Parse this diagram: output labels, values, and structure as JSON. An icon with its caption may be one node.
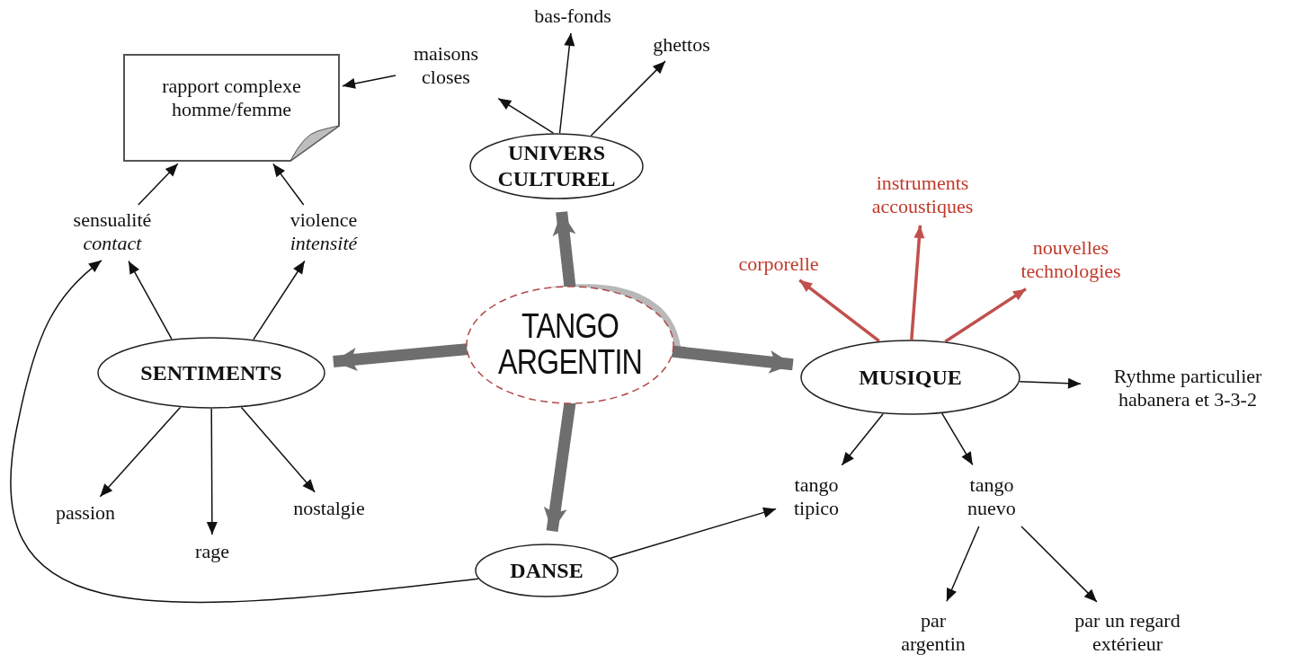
{
  "diagram": {
    "nodes": [
      {
        "text": [
          "TANGO ARGENTIN"
        ]
      },
      {
        "text": [
          "UNIVERS CULTUREL"
        ]
      },
      {
        "text": [
          "maisons closes"
        ]
      },
      {
        "text": [
          "bas-fonds"
        ]
      },
      {
        "text": [
          "ghettos"
        ]
      },
      {
        "text": [
          "rapport complexe homme/femme"
        ]
      },
      {
        "text": [
          "SENTIMENTS"
        ]
      },
      {
        "text": [
          "sensualité",
          "contact"
        ]
      },
      {
        "text": [
          "violence",
          "intensité"
        ]
      },
      {
        "text": [
          "passion"
        ]
      },
      {
        "text": [
          "rage"
        ]
      },
      {
        "text": [
          "nostalgie"
        ]
      },
      {
        "text": [
          "DANSE"
        ]
      },
      {
        "text": [
          "MUSIQUE"
        ]
      },
      {
        "text": [
          "corporelle"
        ]
      },
      {
        "text": [
          "instruments accoustiques"
        ]
      },
      {
        "text": [
          "nouvelles technologies"
        ]
      },
      {
        "text": [
          "Rythme particulier habanera et 3-3-2"
        ]
      },
      {
        "text": [
          "tango tipico"
        ]
      },
      {
        "text": [
          "tango nuevo"
        ]
      },
      {
        "text": [
          "par argentin"
        ]
      },
      {
        "text": [
          "par un regard extérieur"
        ]
      }
    ],
    "edges": [
      {
        "from": 0,
        "to": 1,
        "arrow": "to",
        "style": "thick",
        "color": "#6e6e6e"
      },
      {
        "from": 0,
        "to": 6,
        "arrow": "to",
        "style": "thick",
        "color": "#6e6e6e"
      },
      {
        "from": 0,
        "to": 13,
        "arrow": "to",
        "style": "thick",
        "color": "#6e6e6e"
      },
      {
        "from": 0,
        "to": 12,
        "arrow": "to",
        "style": "thick",
        "color": "#6e6e6e"
      },
      {
        "from": 1,
        "to": 2,
        "arrow": "to"
      },
      {
        "from": 1,
        "to": 3,
        "arrow": "to"
      },
      {
        "from": 1,
        "to": 4,
        "arrow": "to"
      },
      {
        "from": 2,
        "to": 5,
        "arrow": "to"
      },
      {
        "from": 6,
        "to": 7,
        "arrow": "to"
      },
      {
        "from": 6,
        "to": 8,
        "arrow": "to"
      },
      {
        "from": 7,
        "to": 5,
        "arrow": "to"
      },
      {
        "from": 8,
        "to": 5,
        "arrow": "to"
      },
      {
        "from": 6,
        "to": 9,
        "arrow": "to"
      },
      {
        "from": 6,
        "to": 10,
        "arrow": "to"
      },
      {
        "from": 6,
        "to": 11,
        "arrow": "to"
      },
      {
        "from": 12,
        "to": 7,
        "arrow": "to"
      },
      {
        "from": 12,
        "to": 18,
        "arrow": "to"
      },
      {
        "from": 13,
        "to": 14,
        "arrow": "to",
        "color": "#c0504d"
      },
      {
        "from": 13,
        "to": 15,
        "arrow": "to",
        "color": "#c0504d"
      },
      {
        "from": 13,
        "to": 16,
        "arrow": "to",
        "color": "#c0504d"
      },
      {
        "from": 13,
        "to": 17,
        "arrow": "to"
      },
      {
        "from": 13,
        "to": 18,
        "arrow": "to"
      },
      {
        "from": 13,
        "to": 19,
        "arrow": "to"
      },
      {
        "from": 19,
        "to": 20,
        "arrow": "to"
      },
      {
        "from": 19,
        "to": 21,
        "arrow": "to"
      }
    ]
  }
}
